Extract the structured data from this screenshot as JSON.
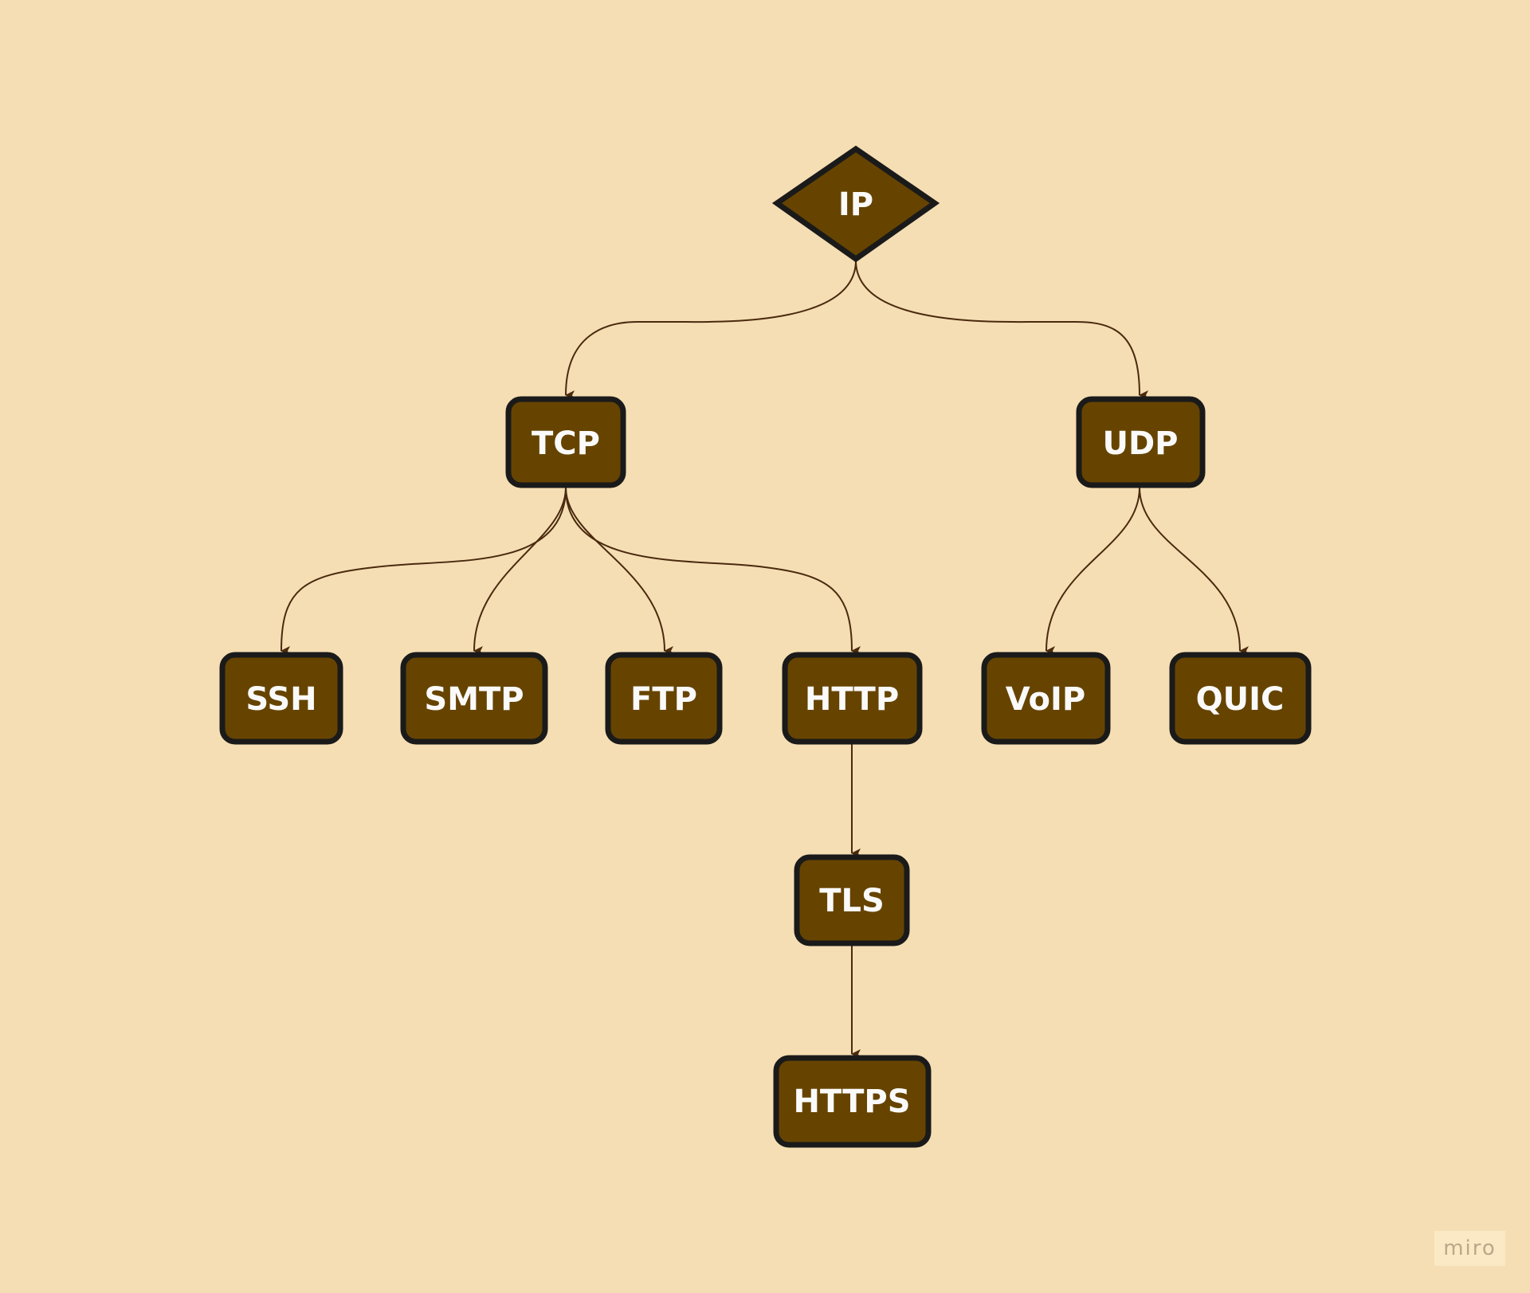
{
  "diagram": {
    "type": "tree",
    "colors": {
      "background": "#f5deb3",
      "node_fill": "#664400",
      "node_border": "#1a1a1a",
      "node_text": "#fafafa",
      "edge": "#4a2a0f"
    },
    "nodes": [
      {
        "id": "ip",
        "label": "IP",
        "shape": "diamond"
      },
      {
        "id": "tcp",
        "label": "TCP",
        "shape": "rounded-rect"
      },
      {
        "id": "udp",
        "label": "UDP",
        "shape": "rounded-rect"
      },
      {
        "id": "ssh",
        "label": "SSH",
        "shape": "rounded-rect"
      },
      {
        "id": "smtp",
        "label": "SMTP",
        "shape": "rounded-rect"
      },
      {
        "id": "ftp",
        "label": "FTP",
        "shape": "rounded-rect"
      },
      {
        "id": "http",
        "label": "HTTP",
        "shape": "rounded-rect"
      },
      {
        "id": "voip",
        "label": "VoIP",
        "shape": "rounded-rect"
      },
      {
        "id": "quic",
        "label": "QUIC",
        "shape": "rounded-rect"
      },
      {
        "id": "tls",
        "label": "TLS",
        "shape": "rounded-rect"
      },
      {
        "id": "https",
        "label": "HTTPS",
        "shape": "rounded-rect"
      }
    ],
    "edges": [
      {
        "from": "IP",
        "to": "TCP"
      },
      {
        "from": "IP",
        "to": "UDP"
      },
      {
        "from": "TCP",
        "to": "SSH"
      },
      {
        "from": "TCP",
        "to": "SMTP"
      },
      {
        "from": "TCP",
        "to": "FTP"
      },
      {
        "from": "TCP",
        "to": "HTTP"
      },
      {
        "from": "UDP",
        "to": "VoIP"
      },
      {
        "from": "UDP",
        "to": "QUIC"
      },
      {
        "from": "HTTP",
        "to": "TLS"
      },
      {
        "from": "TLS",
        "to": "HTTPS"
      }
    ]
  },
  "watermark": {
    "label": "miro"
  }
}
